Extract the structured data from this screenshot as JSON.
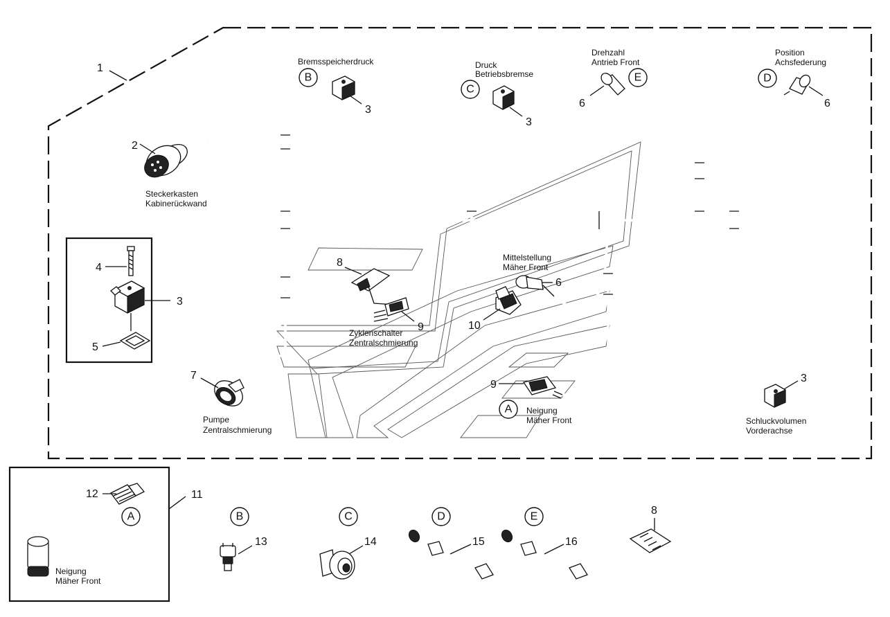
{
  "labels": {
    "bremsspeicherdruck": "Bremsspeicherdruck",
    "druck_l1": "Druck",
    "druck_l2": "Betriebsbremse",
    "drehzahl_l1": "Drehzahl",
    "drehzahl_l2": "Antrieb Front",
    "position_l1": "Position",
    "position_l2": "Achsfederung",
    "steckerkasten_l1": "Steckerkasten",
    "steckerkasten_l2": "Kabinerückwand",
    "mittelstellung_l1": "Mittelstellung",
    "mittelstellung_l2": "Mäher Front",
    "zyklenschalter_l1": "Zyklenschalter",
    "zyklenschalter_l2": "Zentralschmierung",
    "pumpe_l1": "Pumpe",
    "pumpe_l2": "Zentralschmierung",
    "neigung_l1": "Neigung",
    "neigung_l2": "Mäher Front",
    "schluck_l1": "Schluckvolumen",
    "schluck_l2": "Vorderachse",
    "neigung2_l1": "Neigung",
    "neigung2_l2": "Mäher Front"
  },
  "connector_letters": {
    "b_top": "B",
    "c_top": "C",
    "e_top": "E",
    "d_top": "D",
    "a_main": "A",
    "a_kit": "A",
    "b_bottom": "B",
    "c_bottom": "C",
    "d_bottom": "D",
    "e_bottom": "E"
  },
  "part_numbers": {
    "n1": "1",
    "n2": "2",
    "n3a": "3",
    "n3b": "3",
    "n3c": "3",
    "n3d": "3",
    "n4": "4",
    "n5": "5",
    "n6a": "6",
    "n6b": "6",
    "n6c": "6",
    "n7": "7",
    "n8a": "8",
    "n8b": "8",
    "n9a": "9",
    "n9b": "9",
    "n10": "10",
    "n11": "11",
    "n12": "12",
    "n13": "13",
    "n14": "14",
    "n15": "15",
    "n16": "16"
  }
}
